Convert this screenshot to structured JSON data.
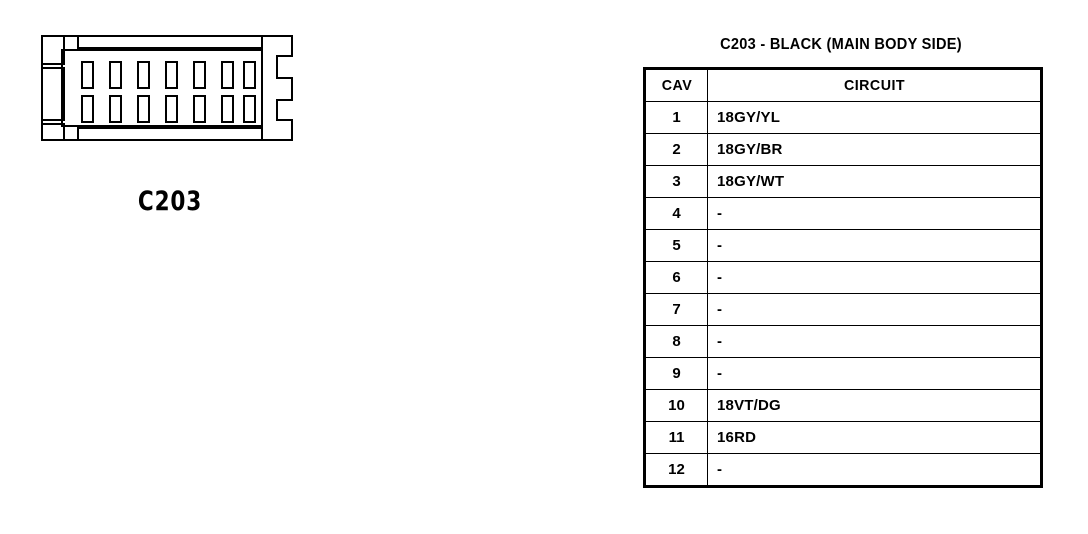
{
  "connector": {
    "label": "C203",
    "cavity_columns": 7,
    "cavity_rows": 2,
    "line_color": "#000000"
  },
  "table": {
    "title": "C203 - BLACK (MAIN BODY SIDE)",
    "columns": [
      "CAV",
      "CIRCUIT"
    ],
    "rows": [
      {
        "cav": "1",
        "circuit": "18GY/YL"
      },
      {
        "cav": "2",
        "circuit": "18GY/BR"
      },
      {
        "cav": "3",
        "circuit": "18GY/WT"
      },
      {
        "cav": "4",
        "circuit": "-"
      },
      {
        "cav": "5",
        "circuit": "-"
      },
      {
        "cav": "6",
        "circuit": "-"
      },
      {
        "cav": "7",
        "circuit": "-"
      },
      {
        "cav": "8",
        "circuit": "-"
      },
      {
        "cav": "9",
        "circuit": "-"
      },
      {
        "cav": "10",
        "circuit": "18VT/DG"
      },
      {
        "cav": "11",
        "circuit": "16RD"
      },
      {
        "cav": "12",
        "circuit": "-"
      }
    ]
  }
}
